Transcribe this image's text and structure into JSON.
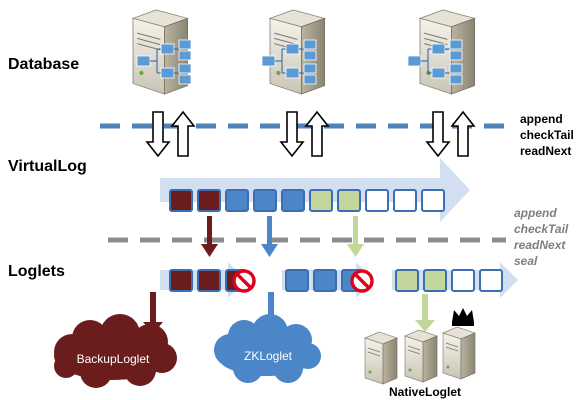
{
  "labels": {
    "database": "Database",
    "virtuallog": "VirtualLog",
    "loglets": "Loglets"
  },
  "api_top": [
    "append",
    "checkTail",
    "readNext"
  ],
  "api_mid": [
    "append",
    "checkTail",
    "readNext",
    "seal"
  ],
  "clouds": {
    "backup": "BackupLoglet",
    "zk": "ZKLoglet"
  },
  "native": "NativeLoglet",
  "colors": {
    "dark_red": "#6b1d1d",
    "blue": "#4a86c8",
    "green": "#c3d69b",
    "white": "#ffffff",
    "dash_blue": "#4f81bd",
    "dash_gray": "#8c8c8c",
    "arrow_fill": "#c9d9ee",
    "no_sign": "#e0001b"
  }
}
